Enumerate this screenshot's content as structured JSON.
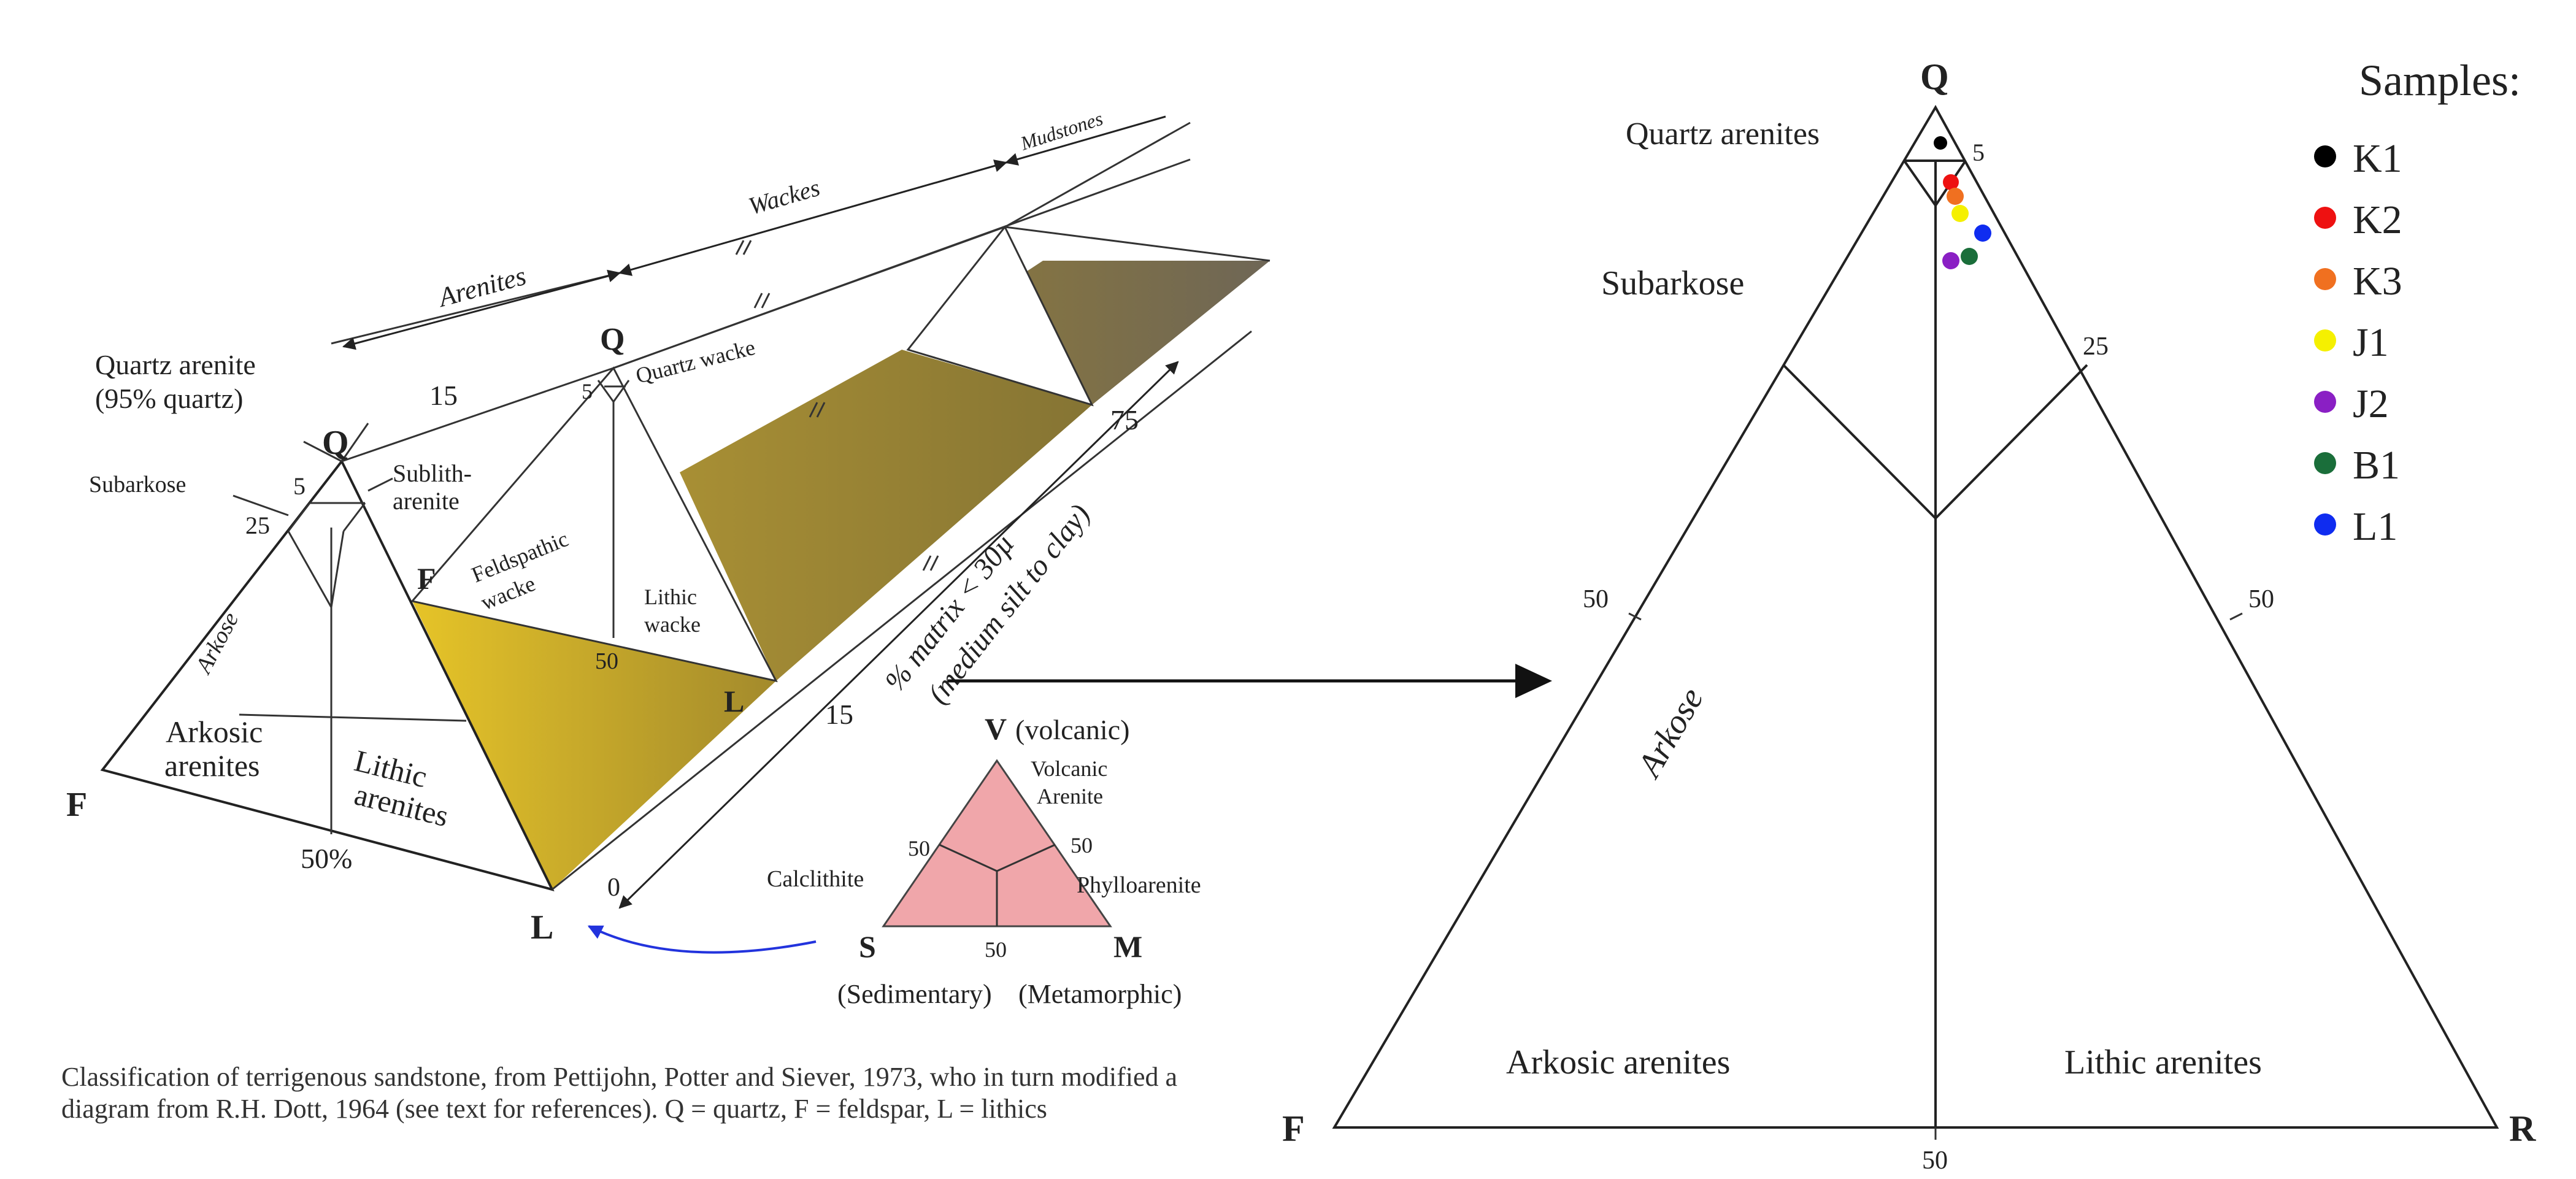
{
  "left_diagram": {
    "apex_q": "Q",
    "apex_f": "F",
    "apex_l": "L",
    "quartz_arenite": "Quartz arenite",
    "quartz_arenite_note": "(95% quartz)",
    "subarkose": "Subarkose",
    "sublitharenite_1": "Sublith-",
    "sublitharenite_2": "arenite",
    "arkose": "Arkose",
    "arkosic_1": "Arkosic",
    "arkosic_2": "arenites",
    "lithic_1": "Lithic",
    "lithic_2": "arenites",
    "tick_5": "5",
    "tick_25": "25",
    "tick_50pct": "50%",
    "arenites_label": "Arenites",
    "wackes_label": "Wackes",
    "mudstones_label": "Mudstones",
    "wacke_q": "Q",
    "wacke_f": "F",
    "wacke_l": "L",
    "wacke_5": "5",
    "wacke_50": "50",
    "quartz_wacke": "Quartz wacke",
    "feldspathic_1": "Feldspathic",
    "feldspathic_2": "wacke",
    "lithic_wacke_1": "Lithic",
    "lithic_wacke_2": "wacke",
    "matrix_15_top": "15",
    "matrix_75": "75",
    "matrix_15": "15",
    "matrix_0": "0",
    "matrix_axis_1": "% matrix < 30µ",
    "matrix_axis_2": "(medium silt to clay)"
  },
  "mini_triangle": {
    "apex_v": "V",
    "apex_v_note": "(volcanic)",
    "apex_s": "S",
    "apex_s_note": "(Sedimentary)",
    "apex_m": "M",
    "apex_m_note": "(Metamorphic)",
    "volcanic_1": "Volcanic",
    "volcanic_2": "Arenite",
    "calclithite": "Calclithite",
    "phylloarenite": "Phylloarenite",
    "tick_50_left": "50",
    "tick_50_right": "50",
    "tick_50_bottom": "50",
    "fill_color": "#f0a6aa"
  },
  "caption": {
    "text": "Classification of terrigenous sandstone, from Pettijohn, Potter and Siever, 1973, who in turn modified a diagram from R.H. Dott, 1964 (see text for references). Q = quartz, F = feldspar, L = lithics"
  },
  "right_diagram": {
    "apex_q": "Q",
    "apex_f": "F",
    "apex_r": "R",
    "quartz_arenites": "Quartz arenites",
    "subarkose": "Subarkose",
    "arkose": "Arkose",
    "arkosic_arenites": "Arkosic arenites",
    "lithic_arenites": "Lithic arenites",
    "tick_5": "5",
    "tick_25": "25",
    "tick_50_left": "50",
    "tick_50_right": "50",
    "tick_50_bottom": "50"
  },
  "legend": {
    "title": "Samples:",
    "items": [
      {
        "label": "K1",
        "color": "#000000"
      },
      {
        "label": "K2",
        "color": "#ee1111"
      },
      {
        "label": "K3",
        "color": "#f07020"
      },
      {
        "label": "J1",
        "color": "#f5f000"
      },
      {
        "label": "J2",
        "color": "#8a1fc4"
      },
      {
        "label": "B1",
        "color": "#1a6e3a"
      },
      {
        "label": "L1",
        "color": "#0f2cf0"
      }
    ]
  }
}
